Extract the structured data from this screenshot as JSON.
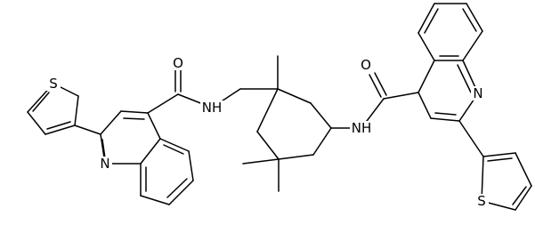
{
  "colors": {
    "bond": "#000000",
    "label": "#000000",
    "background": "#ffffff"
  },
  "atoms": {
    "s_left": "S",
    "n_left_ring": "N",
    "o_left": "O",
    "nh_left": "NH",
    "o_right": "O",
    "nh_right": "NH",
    "n_right_ring": "N",
    "s_right": "S"
  }
}
